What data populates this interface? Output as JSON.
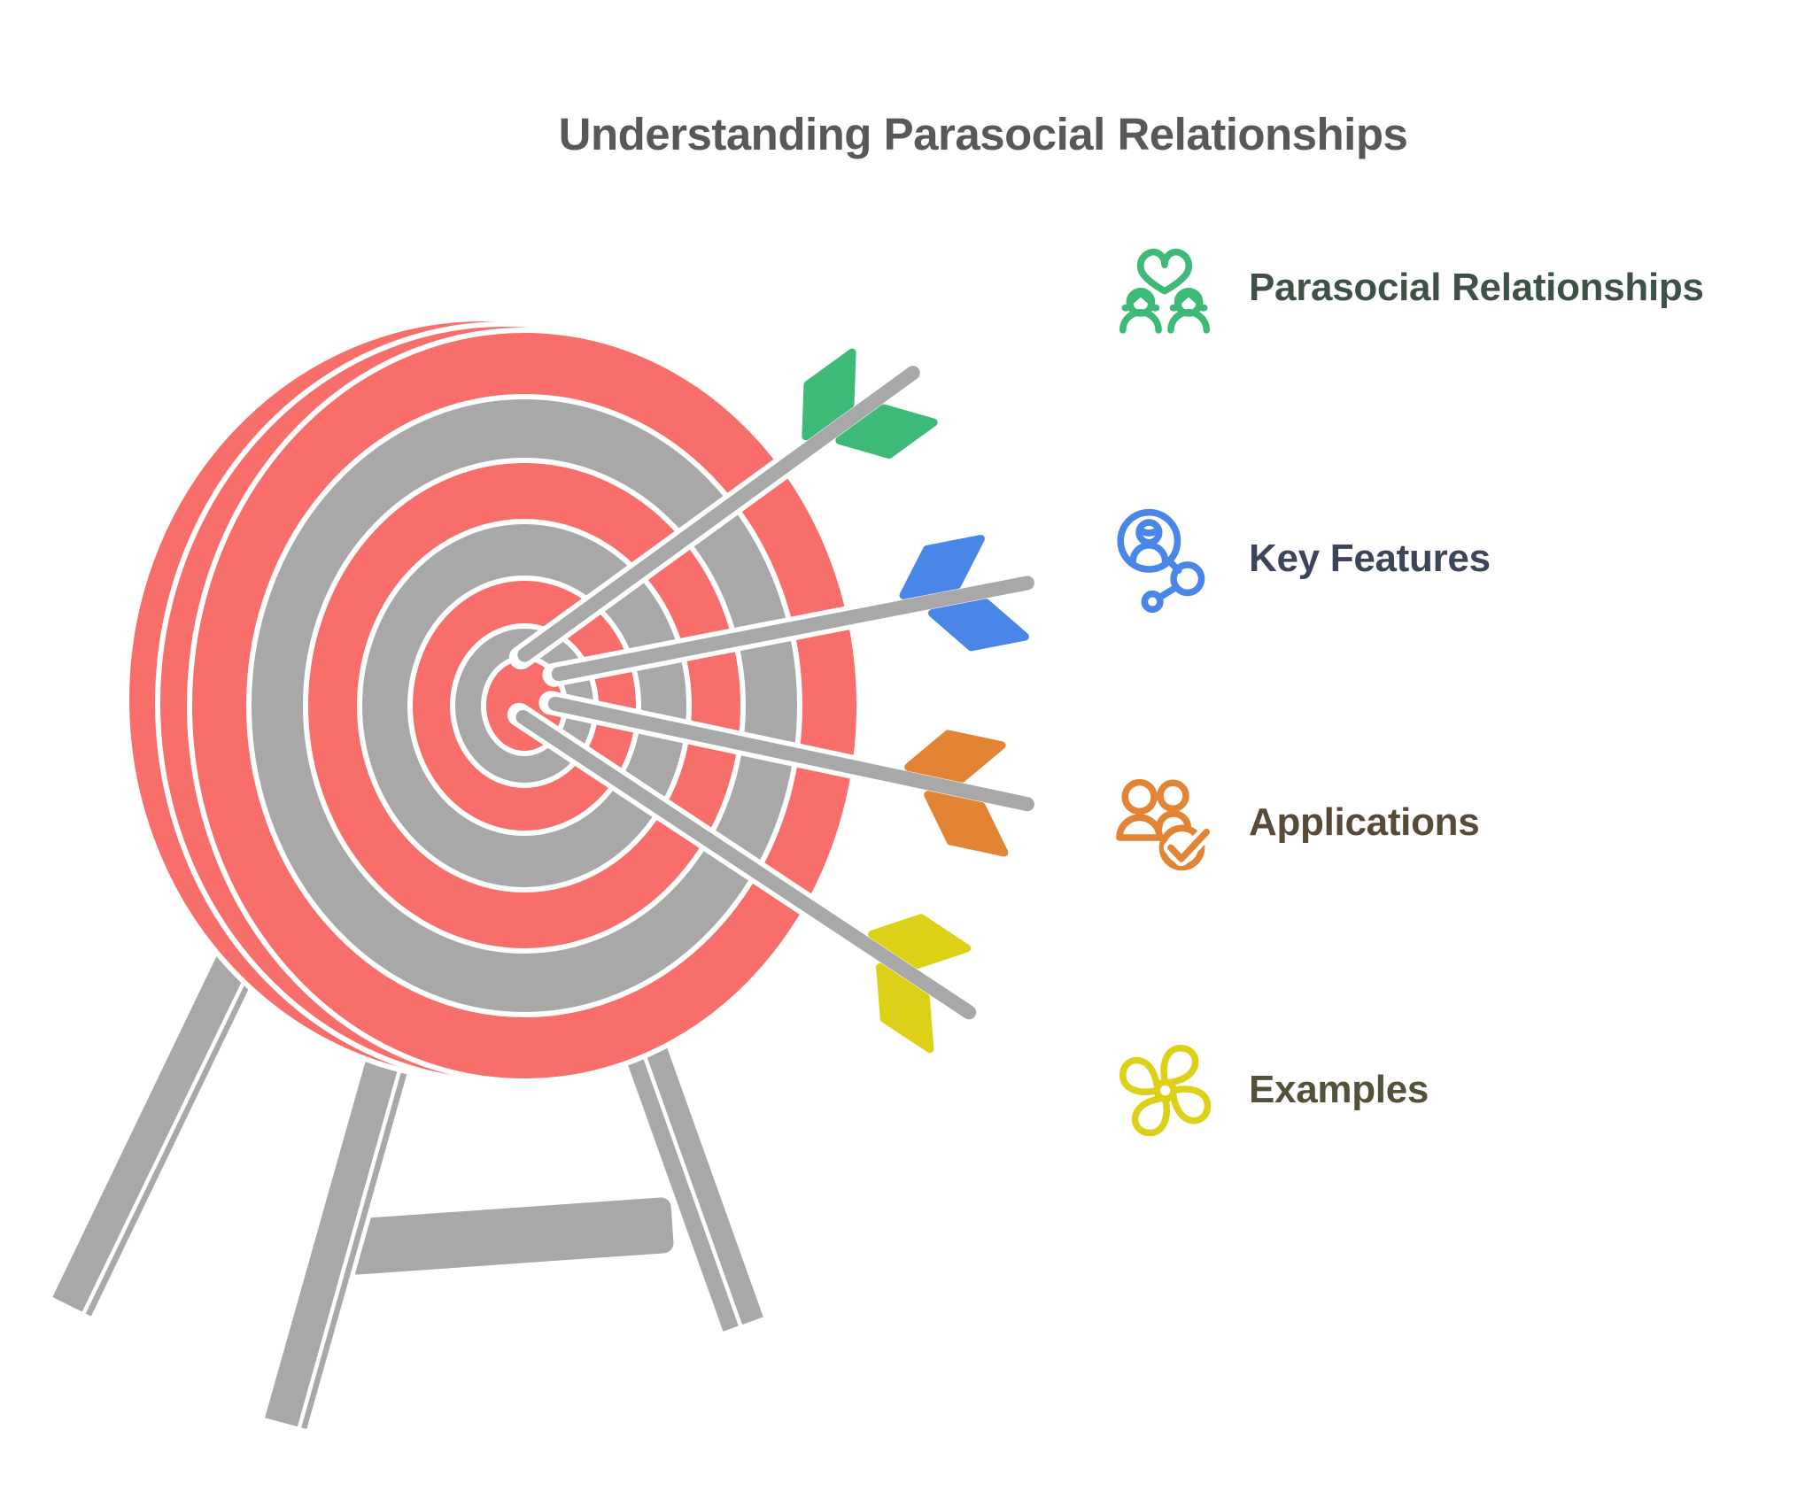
{
  "title": "Understanding Parasocial Relationships",
  "legend": {
    "items": [
      {
        "label": "Parasocial Relationships",
        "icon": "people-heart-icon",
        "icon_color": "#3DBA77",
        "label_color": "#3E5147"
      },
      {
        "label": "Key Features",
        "icon": "person-network-icon",
        "icon_color": "#4A86E8",
        "label_color": "#3C4559"
      },
      {
        "label": "Applications",
        "icon": "people-check-icon",
        "icon_color": "#E28434",
        "label_color": "#574A39"
      },
      {
        "label": "Examples",
        "icon": "pinwheel-icon",
        "icon_color": "#DDD117",
        "label_color": "#53513A"
      }
    ]
  },
  "illustration": {
    "description": "archery target on a wooden tripod stand, four arrows stuck in the bullseye",
    "arrow_fletching_colors": {
      "green": "#3DBA77",
      "blue": "#4A86E8",
      "orange": "#E28434",
      "yellow": "#DDD117"
    }
  },
  "colors": {
    "background": "#FFFFFF",
    "title_text": "#58585A",
    "target_red": "#F76E6B",
    "target_gray": "#A8A8A8",
    "stand_gray": "#A8A8A8",
    "arrow_shaft_gray": "#A8A8A8",
    "outline_white": "#FFFFFF"
  }
}
